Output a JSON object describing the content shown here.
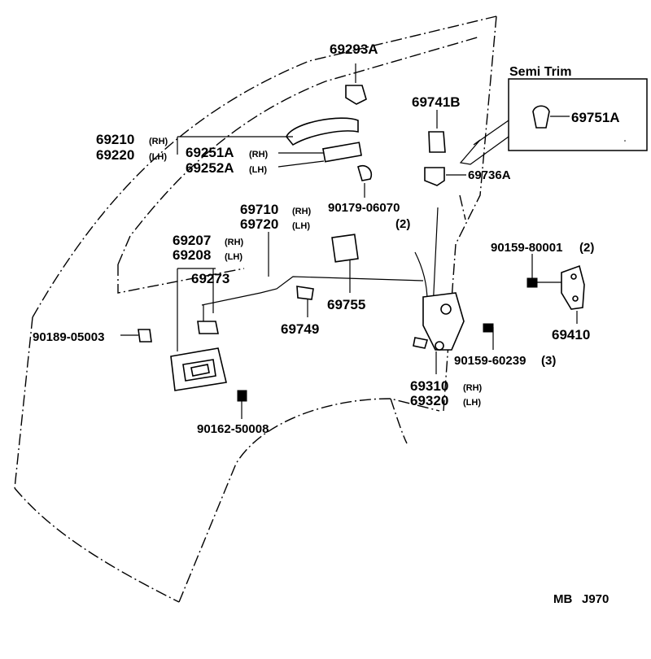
{
  "labels": {
    "p69293A": "69293A",
    "p69741B": "69741B",
    "semi_trim": "Semi Trim",
    "p69751A": "69751A",
    "p69210": "69210",
    "p69220": "69220",
    "p69251A": "69251A",
    "p69252A": "69252A",
    "p69736A": "69736A",
    "p90179": "90179-06070",
    "qty2a": "(2)",
    "p69710": "69710",
    "p69720": "69720",
    "p69207": "69207",
    "p69208": "69208",
    "p90159_80001": "90159-80001",
    "qty2b": "(2)",
    "p69273": "69273",
    "p69755": "69755",
    "p69749": "69749",
    "p90189": "90189-05003",
    "p69410": "69410",
    "p90159_60239": "90159-60239",
    "qty3": "(3)",
    "p69310": "69310",
    "p69320": "69320",
    "p90162": "90162-50008",
    "code_mb": "MB",
    "code_j": "J970",
    "rh": "(RH)",
    "lh": "(LH)"
  }
}
